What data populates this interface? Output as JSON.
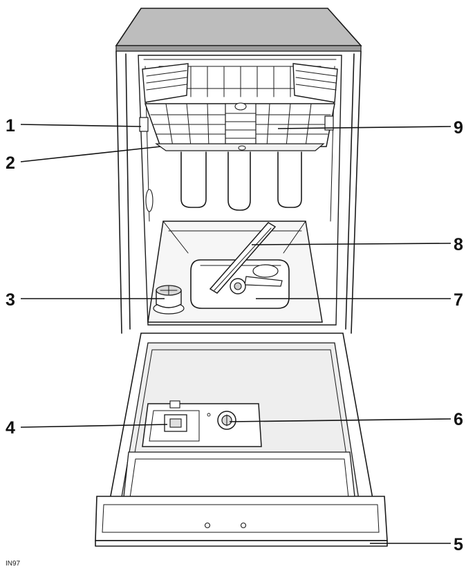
{
  "figure_code": "IN97",
  "callouts": [
    {
      "id": "1",
      "label": "1"
    },
    {
      "id": "2",
      "label": "2"
    },
    {
      "id": "3",
      "label": "3"
    },
    {
      "id": "4",
      "label": "4"
    },
    {
      "id": "5",
      "label": "5"
    },
    {
      "id": "6",
      "label": "6"
    },
    {
      "id": "7",
      "label": "7"
    },
    {
      "id": "8",
      "label": "8"
    },
    {
      "id": "9",
      "label": "9"
    }
  ],
  "colors": {
    "line": "#1a1a1a",
    "top_panel": "#bdbdbd",
    "body": "#ffffff",
    "tub_shade": "#f2f2f2",
    "door_shade": "#eeeeee"
  }
}
